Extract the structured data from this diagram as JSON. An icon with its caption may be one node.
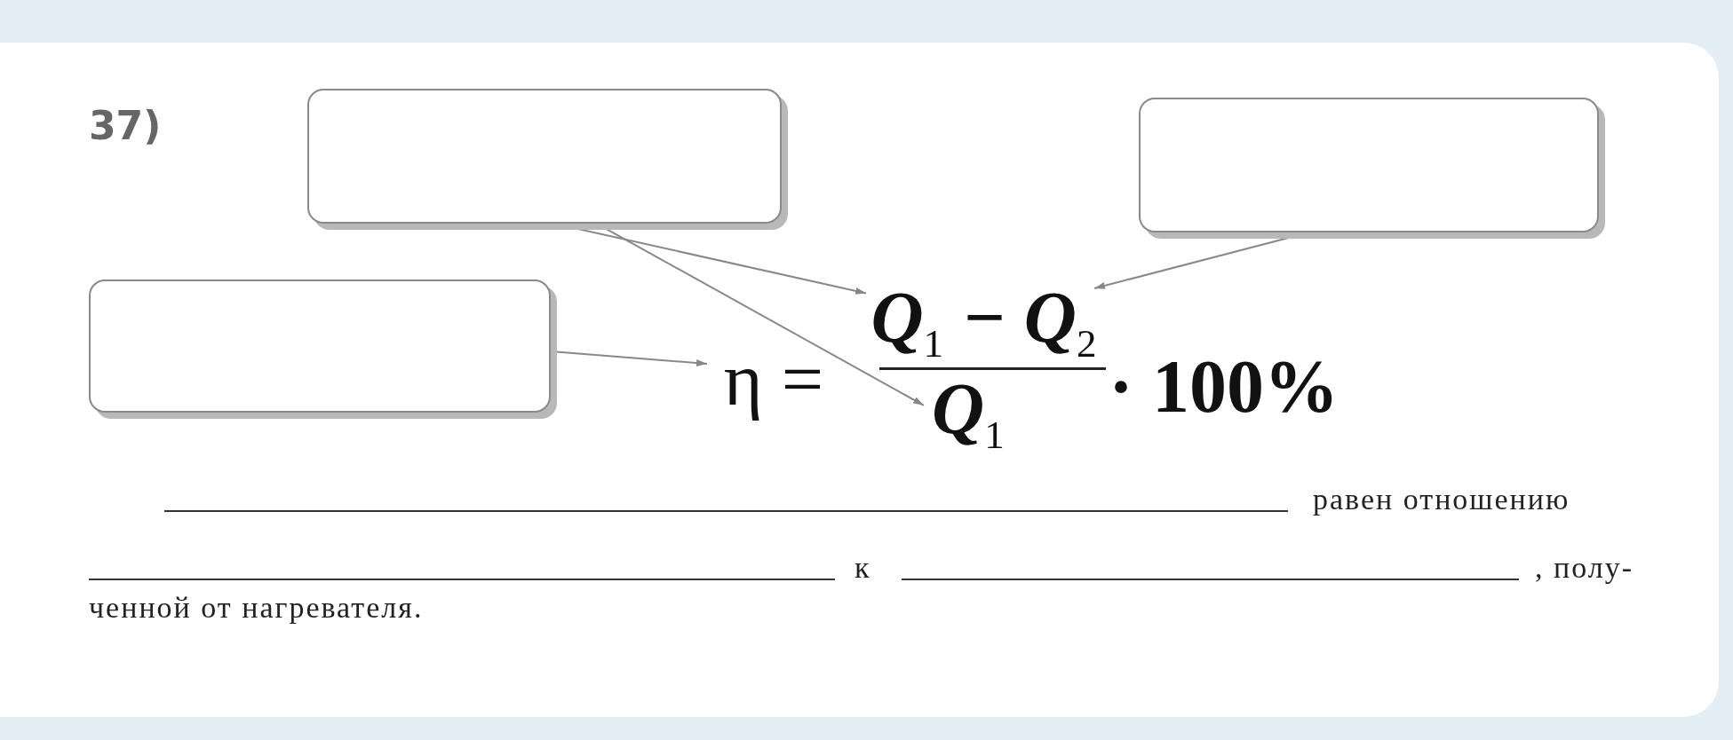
{
  "diagram": {
    "nodes": [
      {
        "text": [],
        "shape": "box"
      },
      {
        "text": [],
        "shape": "box"
      },
      {
        "text": [],
        "shape": "box"
      },
      {
        "text": [
          "η ="
        ]
      },
      {
        "text": [
          "Q$_{1}$ − Q$_{2}$"
        ]
      },
      {
        "text": [
          "Q$_{1}$"
        ]
      }
    ],
    "edges": [
      {
        "from": 0,
        "to": 4,
        "arrow": "to"
      },
      {
        "from": 0,
        "to": 5,
        "arrow": "to"
      },
      {
        "from": 1,
        "to": 4,
        "arrow": "to"
      },
      {
        "from": 2,
        "to": 3,
        "arrow": "to"
      }
    ],
    "labels": [
      "37)",
      "· 100%",
      "равен отношению",
      "к",
      ", полу-",
      "ченной от нагревателя."
    ]
  }
}
